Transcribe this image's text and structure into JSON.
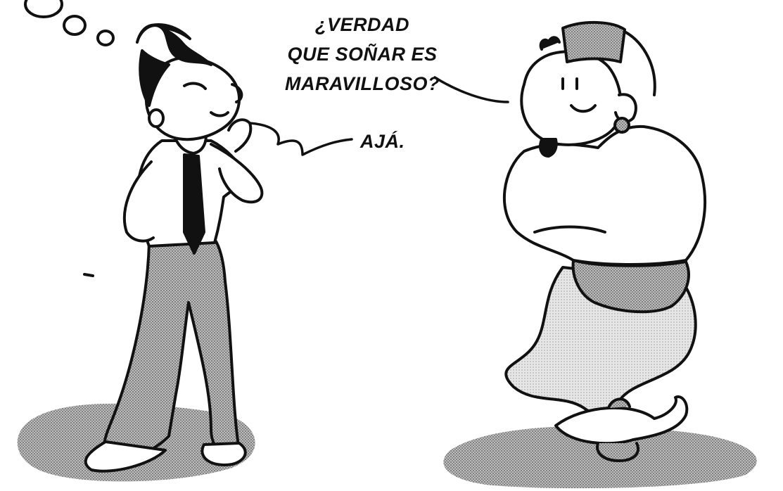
{
  "genie_speech": {
    "lines": [
      "¿VERDAD",
      "QUE SOÑAR ES",
      "MARAVILLOSO?"
    ]
  },
  "man_speech": "AJÁ.",
  "colors": {
    "ink": "#111111",
    "shadow": "#9a9a9a",
    "trousers": "#8a8a8a",
    "fez": "#8c8c8c",
    "smoke": "#d6d6d6",
    "paper": "#ffffff"
  }
}
